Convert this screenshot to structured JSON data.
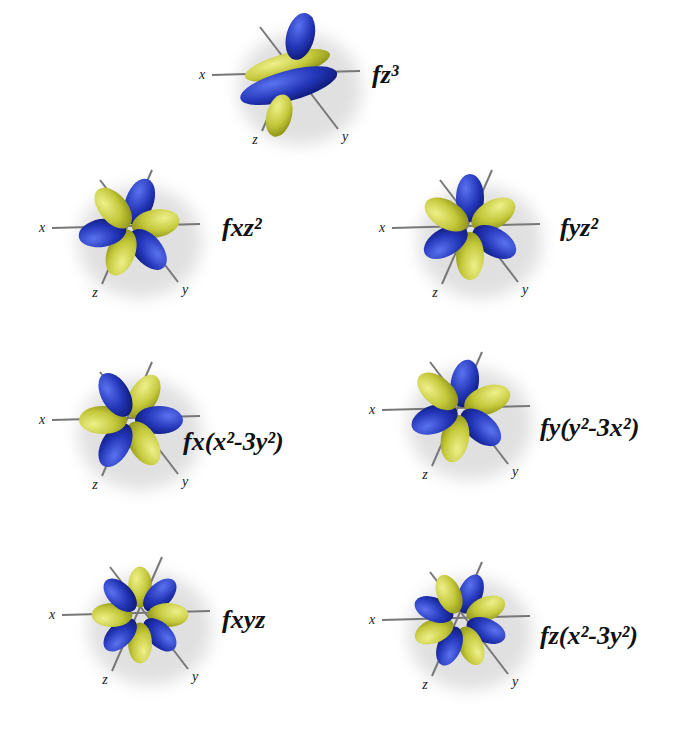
{
  "diagram": {
    "labels": [
      "x",
      "z",
      "y",
      "fz³",
      "x",
      "z",
      "y",
      "fxz²",
      "x",
      "z",
      "y",
      "fyz²",
      "x",
      "z",
      "y",
      "fx(x²-3y²)",
      "x",
      "z",
      "y",
      "fy(y²-3x²)",
      "x",
      "z",
      "y",
      "fxyz",
      "x",
      "z",
      "y",
      "fz(x²-3y²)"
    ]
  }
}
